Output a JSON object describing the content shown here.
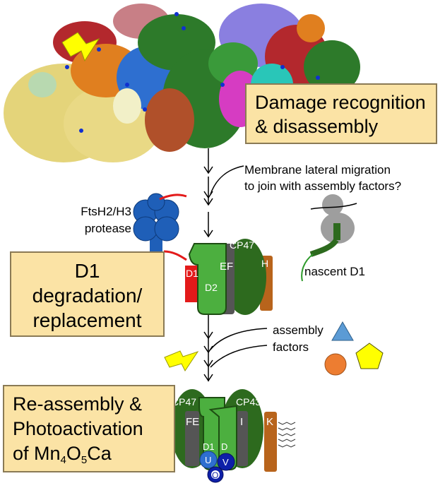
{
  "boxes": {
    "damage": {
      "line1": "Damage recognition",
      "line2": "& disassembly"
    },
    "d1": {
      "line1": "D1",
      "line2": "degradation/",
      "line3": "replacement"
    },
    "reassembly": {
      "line1": "Re-assembly &",
      "line2": "Photoactivation",
      "line3_prefix": "of Mn",
      "sub1": "4",
      "o": "O",
      "sub2": "5",
      "ca": "Ca"
    }
  },
  "labels": {
    "migration_line1": "Membrane lateral migration",
    "migration_line2": "to join with assembly factors?",
    "ftsh_line1": "FtsH2/H3",
    "ftsh_line2": "protease",
    "nascent": "nascent D1",
    "assembly_line1": "assembly",
    "assembly_line2": "factors"
  },
  "complex_mid": {
    "cp47": "CP47",
    "d1": "D1",
    "d2": "D2",
    "ef": "EF",
    "h": "H"
  },
  "complex_bottom": {
    "cp47": "CP47",
    "cp43": "CP43",
    "fe": "FE",
    "i": "I",
    "k": "K",
    "d1": "D1",
    "d": "D",
    "u": "U",
    "v": "V",
    "o": "O"
  },
  "colors": {
    "box_fill": "#fbe3a5",
    "box_border": "#8a7a55",
    "dark_green": "#2d6a1e",
    "light_green": "#4caf3f",
    "protease_blue": "#1f5fb8",
    "d1_red": "#e31a1a",
    "subunit_orange": "#b8641c",
    "triangle_blue": "#5b9bd5",
    "circle_orange": "#ed7d31",
    "pentagon_yellow": "#ffff00",
    "lightning_yellow": "#ffff00"
  }
}
